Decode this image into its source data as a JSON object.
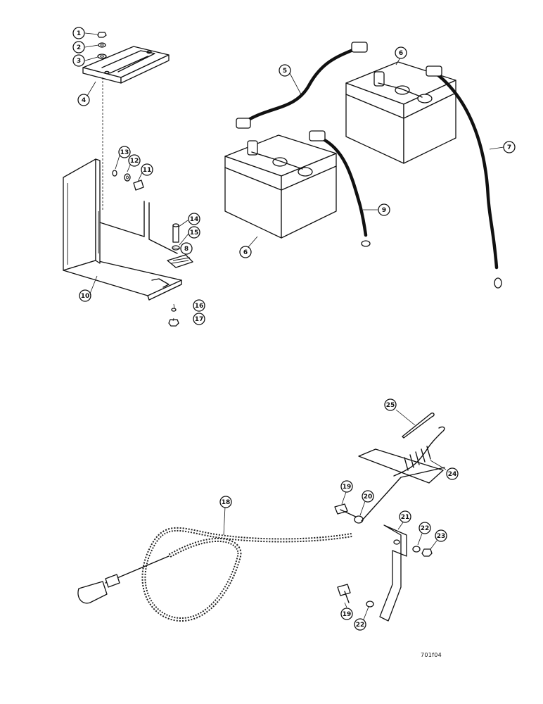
{
  "figure_code": "701f04",
  "callouts": [
    {
      "id": "c1",
      "label": "1"
    },
    {
      "id": "c2",
      "label": "2"
    },
    {
      "id": "c3",
      "label": "3"
    },
    {
      "id": "c4",
      "label": "4"
    },
    {
      "id": "c5",
      "label": "5"
    },
    {
      "id": "c6a",
      "label": "6"
    },
    {
      "id": "c6b",
      "label": "6"
    },
    {
      "id": "c7",
      "label": "7"
    },
    {
      "id": "c8",
      "label": "8"
    },
    {
      "id": "c9",
      "label": "9"
    },
    {
      "id": "c10",
      "label": "10"
    },
    {
      "id": "c11",
      "label": "11"
    },
    {
      "id": "c12",
      "label": "12"
    },
    {
      "id": "c13",
      "label": "13"
    },
    {
      "id": "c14",
      "label": "14"
    },
    {
      "id": "c15",
      "label": "15"
    },
    {
      "id": "c16",
      "label": "16"
    },
    {
      "id": "c17",
      "label": "17"
    },
    {
      "id": "c18",
      "label": "18"
    },
    {
      "id": "c19a",
      "label": "19"
    },
    {
      "id": "c19b",
      "label": "19"
    },
    {
      "id": "c20",
      "label": "20"
    },
    {
      "id": "c21",
      "label": "21"
    },
    {
      "id": "c22a",
      "label": "22"
    },
    {
      "id": "c22b",
      "label": "22"
    },
    {
      "id": "c23",
      "label": "23"
    },
    {
      "id": "c24",
      "label": "24"
    },
    {
      "id": "c25",
      "label": "25"
    }
  ]
}
